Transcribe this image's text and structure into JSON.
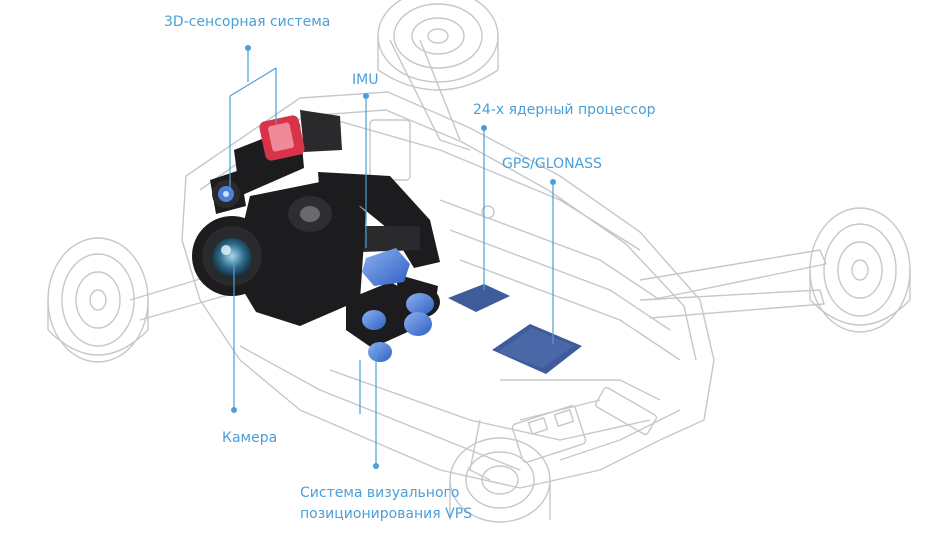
{
  "labels": {
    "sensor3d": "3D-сенсорная система",
    "imu": "IMU",
    "cpu": "24-х ядерный процессор",
    "gps": "GPS/GLONASS",
    "camera": "Камера",
    "vps_line1": "Система визуального",
    "vps_line2": "позиционирования VPS"
  },
  "colors": {
    "callout": "#4a9fd8",
    "outline": "#c4c8cc",
    "dark_part": "#1c1c1e",
    "chip": "#3f5b9a",
    "lens_blue": "#4d7fd6",
    "sensor_red": "#d9334a"
  }
}
